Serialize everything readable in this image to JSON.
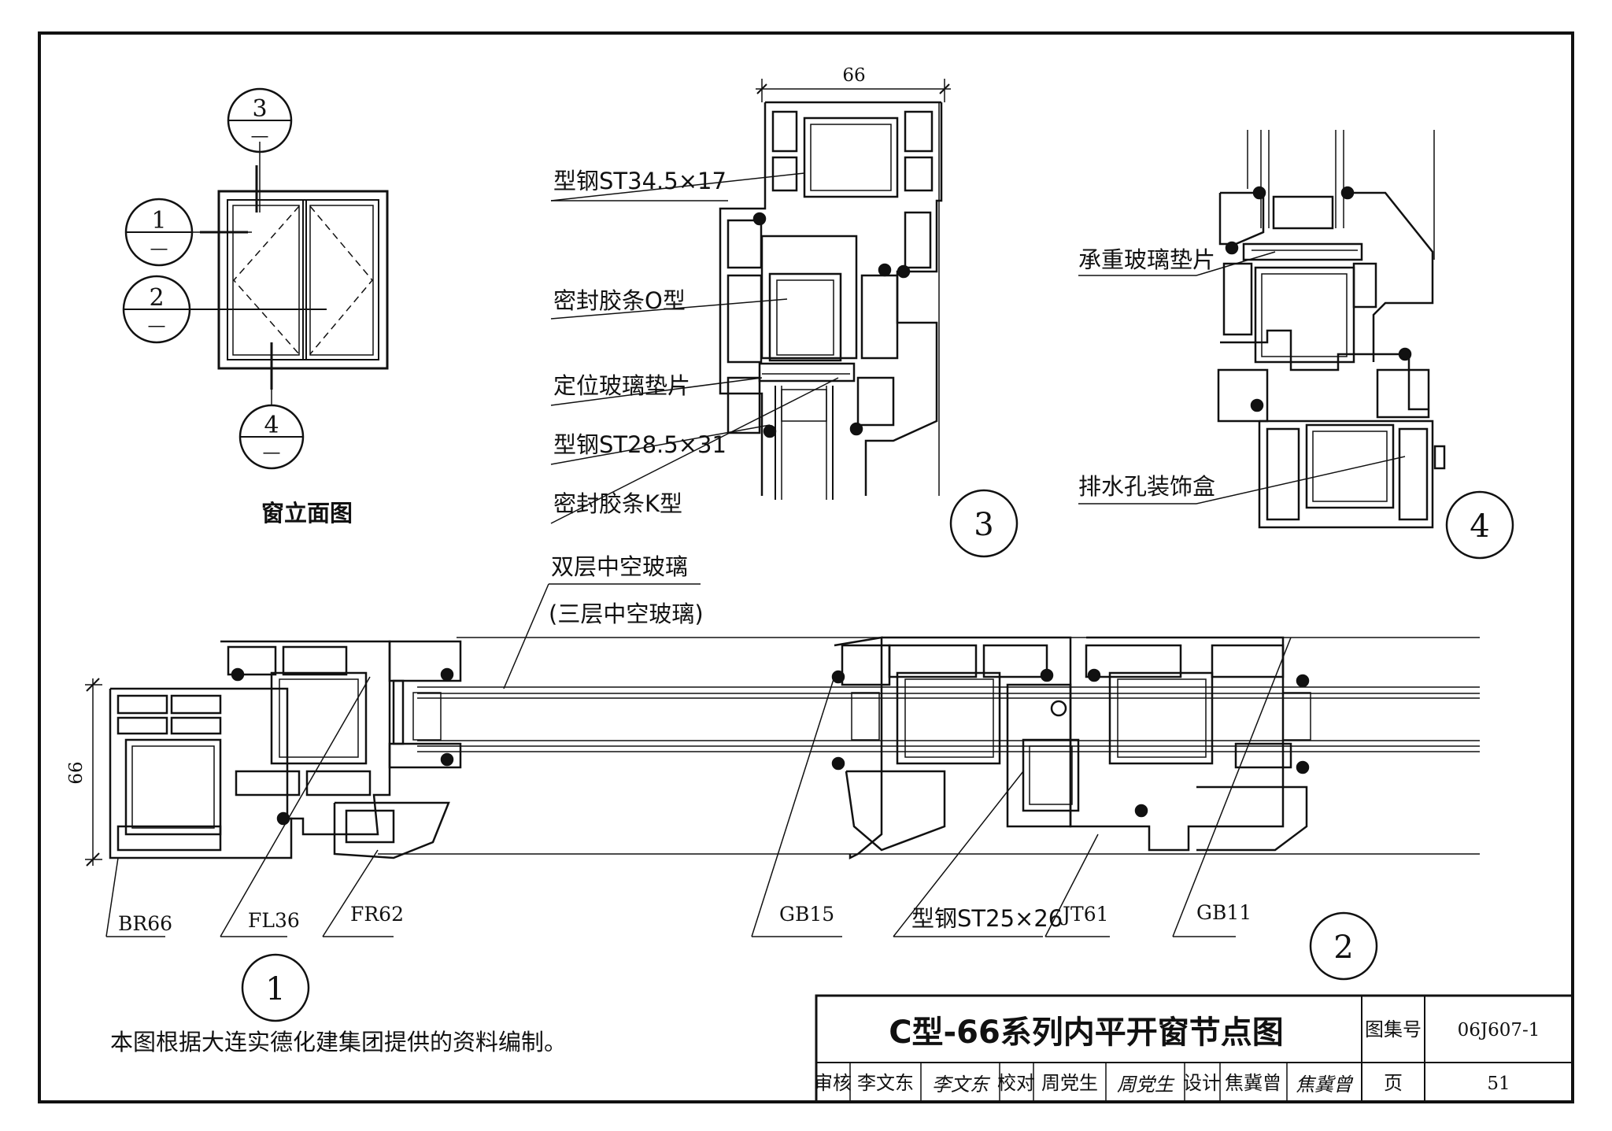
{
  "elevation": {
    "title": "窗立面图",
    "markers": [
      {
        "num": "3",
        "sub": "—"
      },
      {
        "num": "1",
        "sub": "—"
      },
      {
        "num": "2",
        "sub": "—"
      },
      {
        "num": "4",
        "sub": "—"
      }
    ]
  },
  "detail3": {
    "number": "3",
    "dimension": "66",
    "labels": [
      "型钢ST34.5×17",
      "密封胶条O型",
      "定位玻璃垫片",
      "型钢ST28.5×31",
      "密封胶条K型"
    ]
  },
  "detail4": {
    "number": "4",
    "labels": [
      "承重玻璃垫片",
      "排水孔装饰盒"
    ]
  },
  "glass": {
    "label_1": "双层中空玻璃",
    "label_2": "(三层中空玻璃)"
  },
  "detail1": {
    "number": "1",
    "dimension": "66",
    "codes": [
      "BR66",
      "FL36",
      "FR62"
    ]
  },
  "detail2": {
    "number": "2",
    "codes": [
      "GB15",
      "型钢ST25×26",
      "JT61",
      "GB11"
    ]
  },
  "note": "本图根据大连实德化建集团提供的资料编制。",
  "title_block": {
    "title": "C型-66系列内平开窗节点图",
    "atlas_label": "图集号",
    "atlas_no": "06J607-1",
    "review_label": "审核",
    "reviewer": "李文东",
    "reviewer_signature": "李文东",
    "check_label": "校对",
    "checker": "周党生",
    "checker_signature": "周党生",
    "design_label": "设计",
    "designer": "焦冀曾",
    "designer_signature": "焦冀曾",
    "page_label": "页",
    "page_no": "51"
  }
}
